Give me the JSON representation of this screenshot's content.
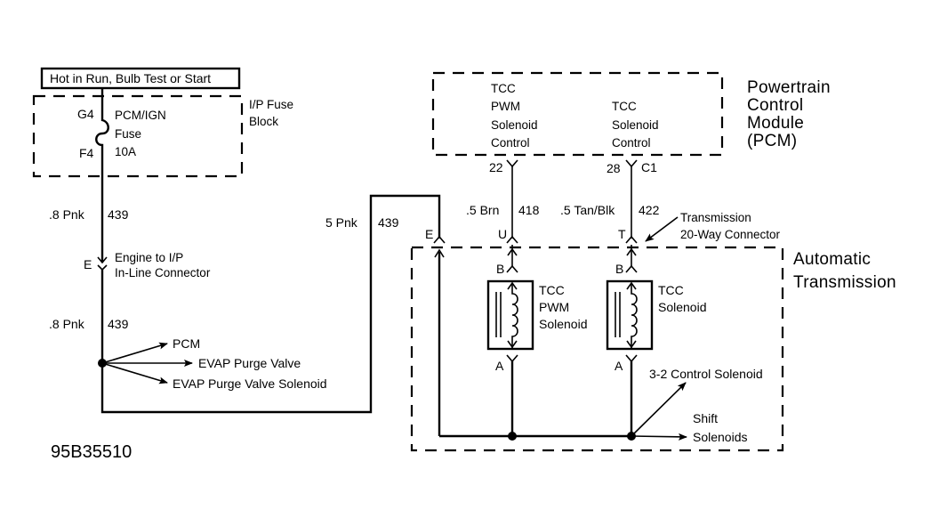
{
  "diagram": {
    "figure_id": "95B35510",
    "power_label": "Hot in Run, Bulb Test or Start",
    "fuse_block": {
      "name_line1": "I/P Fuse",
      "name_line2": "Block",
      "top_pin": "G4",
      "bottom_pin": "F4",
      "fuse_line1": "PCM/IGN",
      "fuse_line2": "Fuse",
      "fuse_rating": "10A"
    },
    "wires": {
      "upper_left": {
        "gauge_color": ".8 Pnk",
        "circuit": "439"
      },
      "lower_left": {
        "gauge_color": ".8 Pnk",
        "circuit": "439"
      },
      "middle": {
        "gauge_color": "5 Pnk",
        "circuit": "439"
      },
      "pwm_control": {
        "gauge_color": ".5 Brn",
        "circuit": "418"
      },
      "tcc_control": {
        "gauge_color": ".5 Tan/Blk",
        "circuit": "422"
      }
    },
    "inline_connector": {
      "pin": "E",
      "label_line1": "Engine to I/P",
      "label_line2": "In-Line Connector"
    },
    "splice_branches": [
      "PCM",
      "EVAP Purge Valve",
      "EVAP Purge Valve Solenoid"
    ],
    "pcm": {
      "title_lines": [
        "Powertrain",
        "Control",
        "Module",
        "(PCM)"
      ],
      "pwm_control_lines": [
        "TCC",
        "PWM",
        "Solenoid",
        "Control"
      ],
      "tcc_control_lines": [
        "TCC",
        "Solenoid",
        "Control"
      ],
      "pwm_pin": "22",
      "tcc_pin": "28",
      "connector": "C1"
    },
    "trans_connector": {
      "pins": [
        "E",
        "U",
        "T"
      ],
      "label_line1": "Transmission",
      "label_line2": "20-Way Connector"
    },
    "transmission": {
      "title_line1": "Automatic",
      "title_line2": "Transmission",
      "pwm_solenoid": {
        "lines": [
          "TCC",
          "PWM",
          "Solenoid"
        ],
        "pin_top": "B",
        "pin_bottom": "A"
      },
      "tcc_solenoid": {
        "lines": [
          "TCC",
          "Solenoid"
        ],
        "pin_top": "B",
        "pin_bottom": "A"
      },
      "branch_32": "3-2 Control Solenoid",
      "branch_shift_line1": "Shift",
      "branch_shift_line2": "Solenoids"
    }
  }
}
